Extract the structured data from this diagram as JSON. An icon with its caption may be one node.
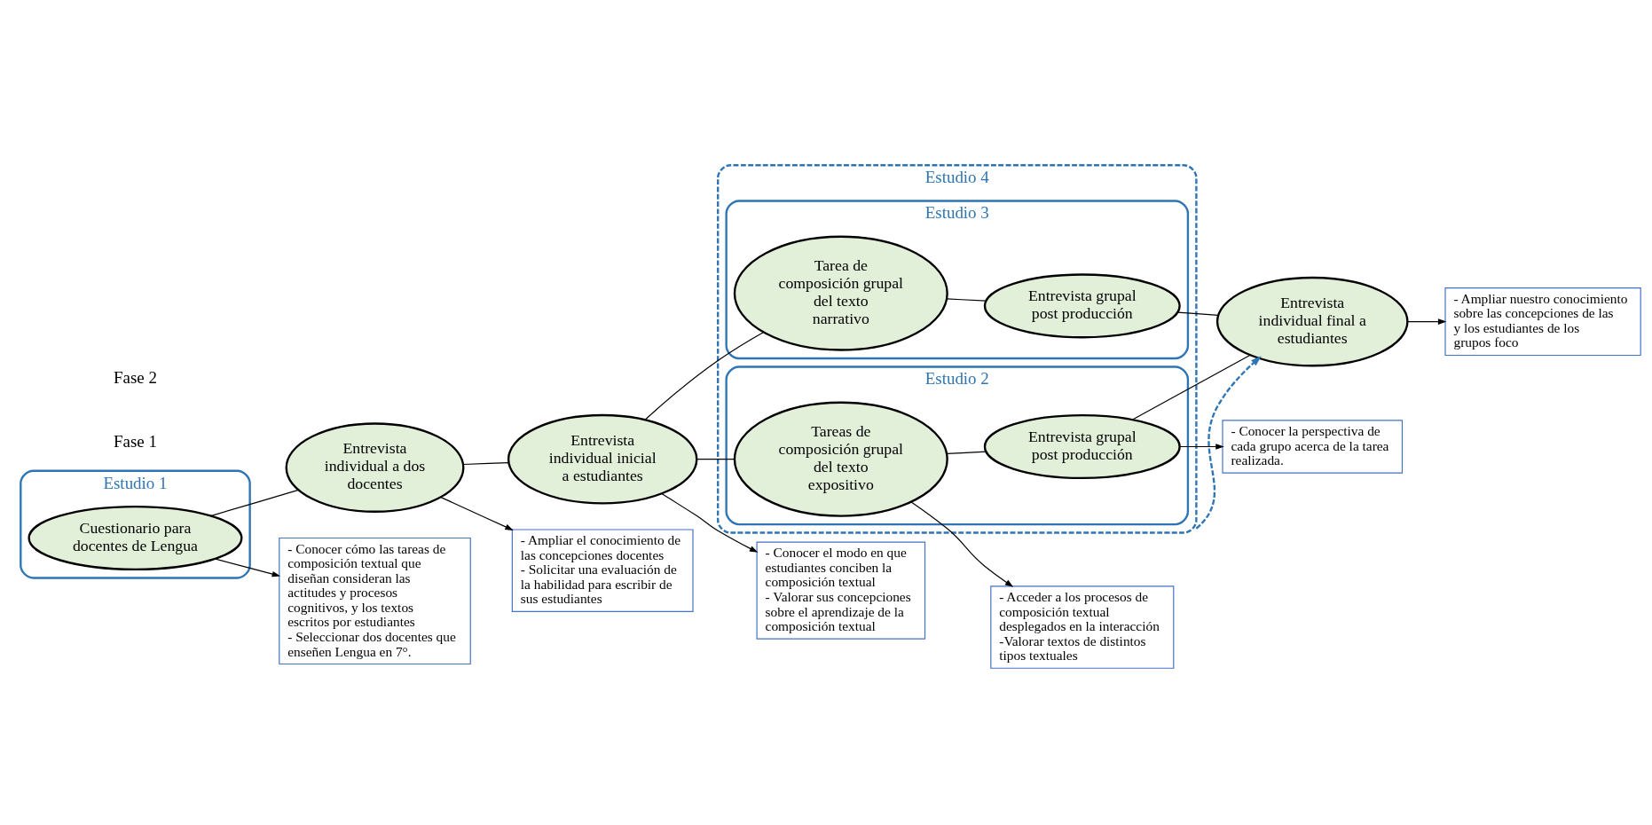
{
  "diagram": {
    "nodes": [
      {
        "text": [
          "Estudio 1"
        ]
      },
      {
        "text": [
          "Cuestionario para docentes de Lengua"
        ],
        "in": 0
      },
      {
        "text": [
          "Entrevista individual a dos docentes"
        ]
      },
      {
        "text": [
          "Entrevista individual inicial a estudiantes"
        ]
      },
      {
        "text": [
          "Estudio 4"
        ]
      },
      {
        "text": [
          "Estudio 3"
        ],
        "in": 4
      },
      {
        "text": [
          "Tarea de composición grupal del texto narrativo"
        ],
        "in": 5
      },
      {
        "text": [
          "Entrevista grupal post producción"
        ],
        "in": 5
      },
      {
        "text": [
          "Estudio 2"
        ],
        "in": 4
      },
      {
        "text": [
          "Tareas de composición grupal del texto expositivo"
        ],
        "in": 8
      },
      {
        "text": [
          "Entrevista grupal post producción"
        ],
        "in": 8
      },
      {
        "text": [
          "Entrevista individual final a estudiantes"
        ]
      },
      {
        "text": [
          "- Conocer cómo las tareas de composición textual que diseñan consideran las actitudes y procesos cognitivos, y los textos escritos por estudiantes",
          "- Seleccionar dos docentes que enseñen Lengua en 7°."
        ]
      },
      {
        "text": [
          "- Ampliar el conocimiento de las concepciones docentes",
          "- Solicitar una evaluación de la habilidad para escribir de sus estudiantes"
        ]
      },
      {
        "text": [
          "- Conocer el modo en que estudiantes conciben la composición textual",
          "- Valorar sus concepciones sobre el aprendizaje de la composición textual"
        ]
      },
      {
        "text": [
          "- Acceder a los procesos de composición textual desplegados en la interacción",
          "-Valorar textos de distintos tipos textuales"
        ]
      },
      {
        "text": [
          "- Conocer la perspectiva de cada grupo acerca de la tarea realizada."
        ]
      },
      {
        "text": [
          "- Ampliar nuestro conocimiento sobre las concepciones de las y los estudiantes de los grupos foco"
        ]
      }
    ],
    "edges": [
      {
        "from": 1,
        "to": 2,
        "arrow": "none"
      },
      {
        "from": 2,
        "to": 3,
        "arrow": "none"
      },
      {
        "from": 3,
        "to": 6,
        "arrow": "none"
      },
      {
        "from": 6,
        "to": 7,
        "arrow": "none"
      },
      {
        "from": 7,
        "to": 11,
        "arrow": "none"
      },
      {
        "from": 3,
        "to": 9,
        "arrow": "none"
      },
      {
        "from": 9,
        "to": 10,
        "arrow": "none"
      },
      {
        "from": 10,
        "to": 11,
        "arrow": "none"
      },
      {
        "from": 4,
        "to": 11,
        "arrow": "to",
        "style": "dashed",
        "color": "#2e75b6"
      },
      {
        "from": 1,
        "to": 12,
        "arrow": "to"
      },
      {
        "from": 2,
        "to": 13,
        "arrow": "to"
      },
      {
        "from": 3,
        "to": 14,
        "arrow": "to"
      },
      {
        "from": 9,
        "to": 15,
        "arrow": "to"
      },
      {
        "from": 10,
        "to": 16,
        "arrow": "to"
      },
      {
        "from": 11,
        "to": 17,
        "arrow": "to"
      }
    ],
    "labels": [
      "Fase 1",
      "Fase 2"
    ]
  }
}
